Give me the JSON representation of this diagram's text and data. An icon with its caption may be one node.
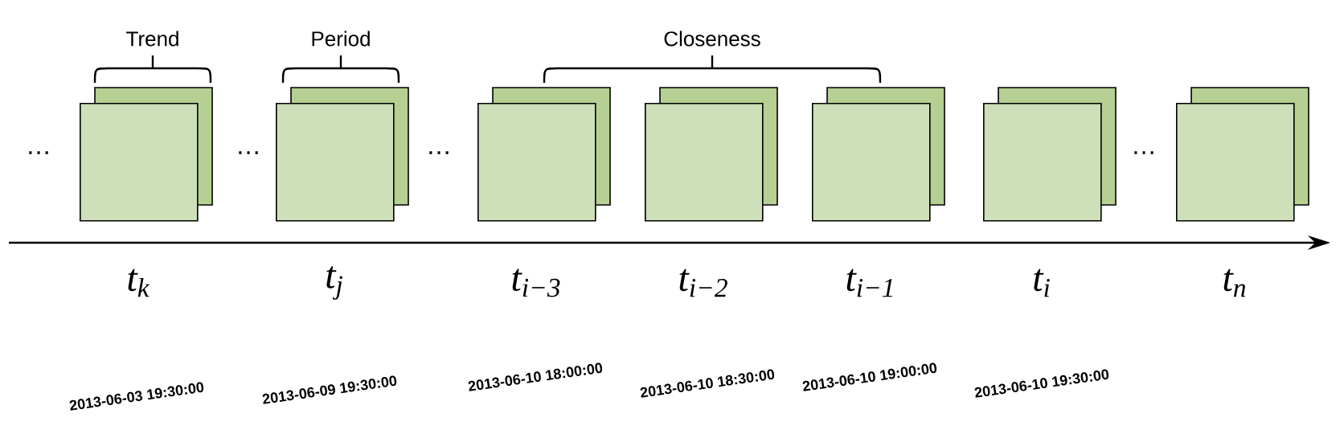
{
  "diagram": {
    "nodes": [
      {
        "text": [],
        "shape": "box",
        "beside": [
          "t$_{k}$"
        ]
      },
      {
        "text": [],
        "shape": "box",
        "beside": [
          "t$_{j}$"
        ]
      },
      {
        "text": [],
        "shape": "box",
        "beside": [
          "t$_{i−3}$"
        ]
      },
      {
        "text": [],
        "shape": "box",
        "beside": [
          "t$_{i−2}$"
        ]
      },
      {
        "text": [],
        "shape": "box",
        "beside": [
          "t$_{i−1}$"
        ]
      },
      {
        "text": [],
        "shape": "box",
        "beside": [
          "t$_{i}$"
        ]
      },
      {
        "text": [],
        "shape": "box",
        "beside": [
          "t$_{n}$"
        ]
      }
    ],
    "edges": [],
    "labels": [
      "Trend",
      "Period",
      "Closeness",
      "…",
      "…",
      "…",
      "…",
      "2013-06-03 19:30:00",
      "2013-06-09 19:30:00",
      "2013-06-10 18:00:00",
      "2013-06-10 18:30:00",
      "2013-06-10 19:00:00",
      "2013-06-10 19:30:00"
    ]
  }
}
